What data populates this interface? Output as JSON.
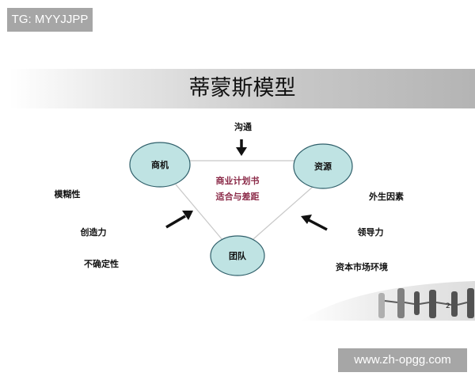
{
  "watermark_top": "TG: MYYJJPP",
  "watermark_bottom": "www.zh-opgg.com",
  "slide": {
    "title": "蒂蒙斯模型",
    "nodes": {
      "opportunity": "商机",
      "resources": "资源",
      "team": "团队"
    },
    "top_label": "沟通",
    "center_lines": [
      "商业计划书",
      "适合与差距"
    ],
    "left_factors": [
      "模糊性",
      "创造力",
      "不确定性"
    ],
    "right_factors": [
      "外生因素",
      "领导力",
      "资本市场环境"
    ],
    "page_number": "2",
    "colors": {
      "node_fill": "#bfe3e3",
      "node_stroke": "#2f5f6a",
      "center_text": "#8b2a48",
      "arrow": "#111111"
    }
  }
}
